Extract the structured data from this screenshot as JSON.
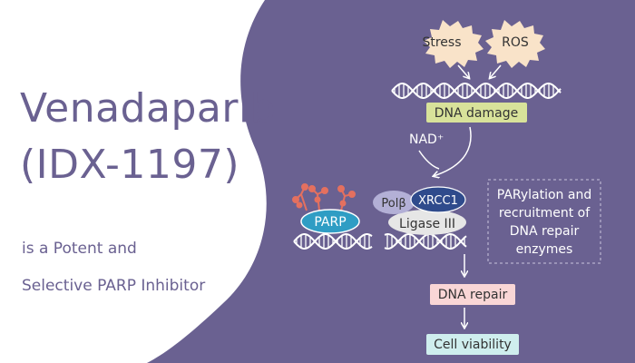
{
  "title": {
    "line1": "Venadaparib",
    "line2": "(IDX-1197)",
    "sub1": "is a Potent and",
    "sub2": "Selective PARP Inhibitor"
  },
  "colors": {
    "background": "#6a6191",
    "panel": "#ffffff",
    "title": "#6a6191",
    "burst": "#f9e3c9",
    "dna_damage_box": "#d8e29a",
    "dna_repair_box": "#f9d6d6",
    "cell_viability_box": "#cfeeee",
    "parp": "#2f9dc4",
    "xrcc1": "#2f4b8c",
    "polb": "#b3b0d6",
    "ligase": "#e6e6e6",
    "par_chain": "#e4705f"
  },
  "diagram": {
    "triggers": [
      "Stress",
      "ROS"
    ],
    "dna_damage": "DNA damage",
    "nad": "NAD⁺",
    "parp": "PARP",
    "polb": "Polβ",
    "xrcc1": "XRCC1",
    "ligase": "Ligase III",
    "note": [
      "PARylation and",
      "recruitment of",
      "DNA repair",
      "enzymes"
    ],
    "dna_repair": "DNA repair",
    "cell_viability": "Cell viability"
  }
}
